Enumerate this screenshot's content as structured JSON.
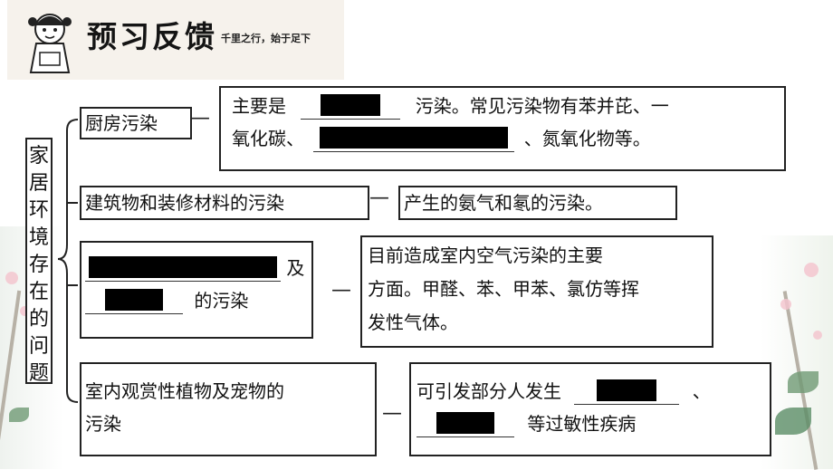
{
  "header": {
    "title": "预习反馈",
    "subtitle": "千里之行，始于足下"
  },
  "root_label": [
    "家",
    "居",
    "环",
    "境",
    "存",
    "在",
    "的",
    "问",
    "题"
  ],
  "items": [
    {
      "category": "厨房污染",
      "detail_line1_a": "主要是",
      "detail_line1_b": "污染。常见污染物有苯并芘、一",
      "detail_line2_a": "氧化碳、",
      "detail_line2_b": "、氮氧化物等。"
    },
    {
      "category": "建筑物和装修材料的污染",
      "detail": "产生的氨气和氡的污染。"
    },
    {
      "category_suffix1": "及",
      "category_suffix2": "的污染",
      "detail_line1": "目前造成室内空气污染的主要",
      "detail_line2": "方面。甲醛、苯、甲苯、氯仿等挥",
      "detail_line3": "发性气体。"
    },
    {
      "category_line1": "室内观赏性植物及宠物的",
      "category_line2": "污染",
      "detail_line1_a": "可引发部分人发生",
      "detail_line1_b": "、",
      "detail_line2_b": "等过敏性疾病"
    }
  ],
  "connector": "—"
}
